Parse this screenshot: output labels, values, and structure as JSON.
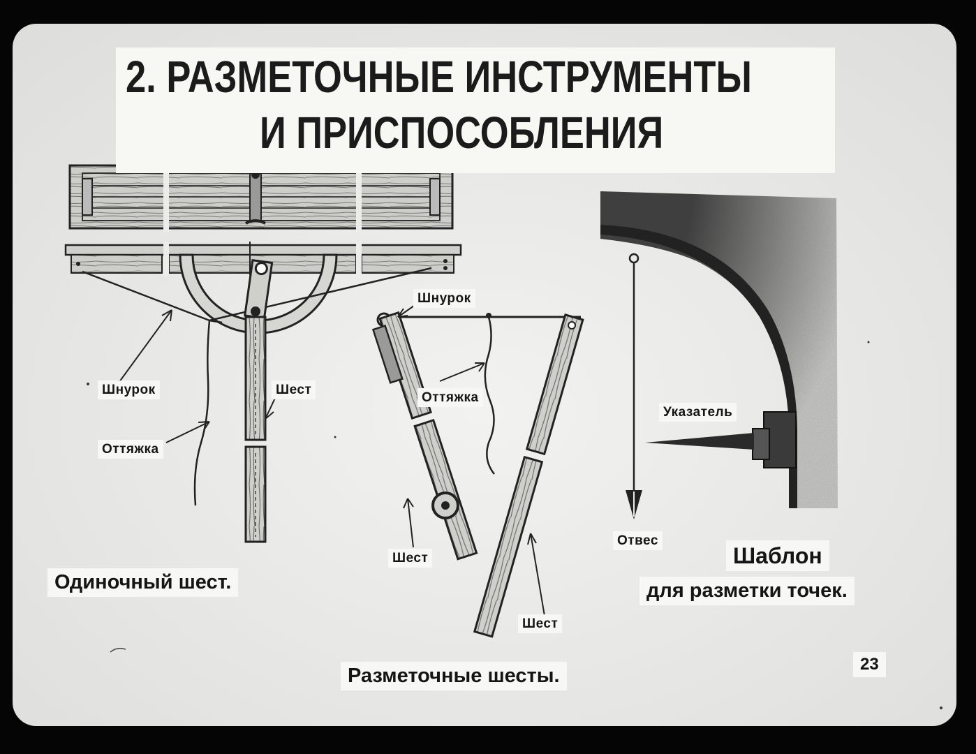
{
  "slide": {
    "title_line1": "2. РАЗМЕТОЧНЫЕ   ИНСТРУМЕНТЫ",
    "title_line2": "И ПРИСПОСОБЛЕНИЯ",
    "page_number": "23"
  },
  "left_figure": {
    "caption": "Одиночный шест.",
    "labels": {
      "cord": "Шнурок",
      "guy": "Оттяжка",
      "pole": "Шест"
    }
  },
  "middle_figure": {
    "caption": "Разметочные шесты.",
    "labels": {
      "cord": "Шнурок",
      "guy": "Оттяжка",
      "pole_left": "Шест",
      "pole_right": "Шест"
    }
  },
  "right_figure": {
    "caption_line1": "Шаблон",
    "caption_line2": "для разметки точек.",
    "labels": {
      "pointer": "Указатель",
      "plumb": "Отвес"
    }
  },
  "colors": {
    "paper": "#ececea",
    "ink": "#1b1b1b",
    "frame": "#050505"
  }
}
